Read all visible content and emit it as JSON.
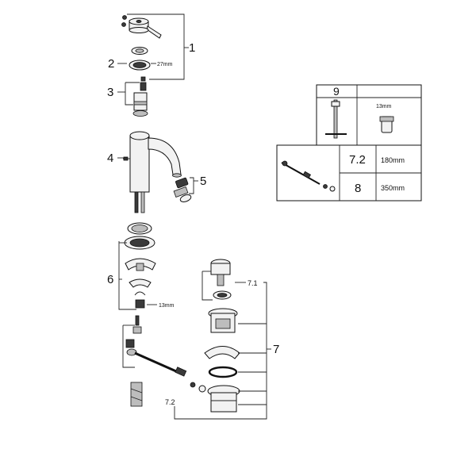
{
  "callouts": {
    "c1": "1",
    "c2": "2",
    "c3": "3",
    "c4": "4",
    "c5": "5",
    "c6": "6",
    "c7": "7",
    "c7_1": "7.1",
    "c7_2": "7.2"
  },
  "dimensions": {
    "ring_27": "27mm",
    "nut_13": "13mm"
  },
  "inset_tool": {
    "label": "9",
    "size": "13mm"
  },
  "inset_rod": {
    "rows": [
      {
        "id": "7.2",
        "length": "180mm"
      },
      {
        "id": "8",
        "length": "350mm"
      }
    ]
  }
}
